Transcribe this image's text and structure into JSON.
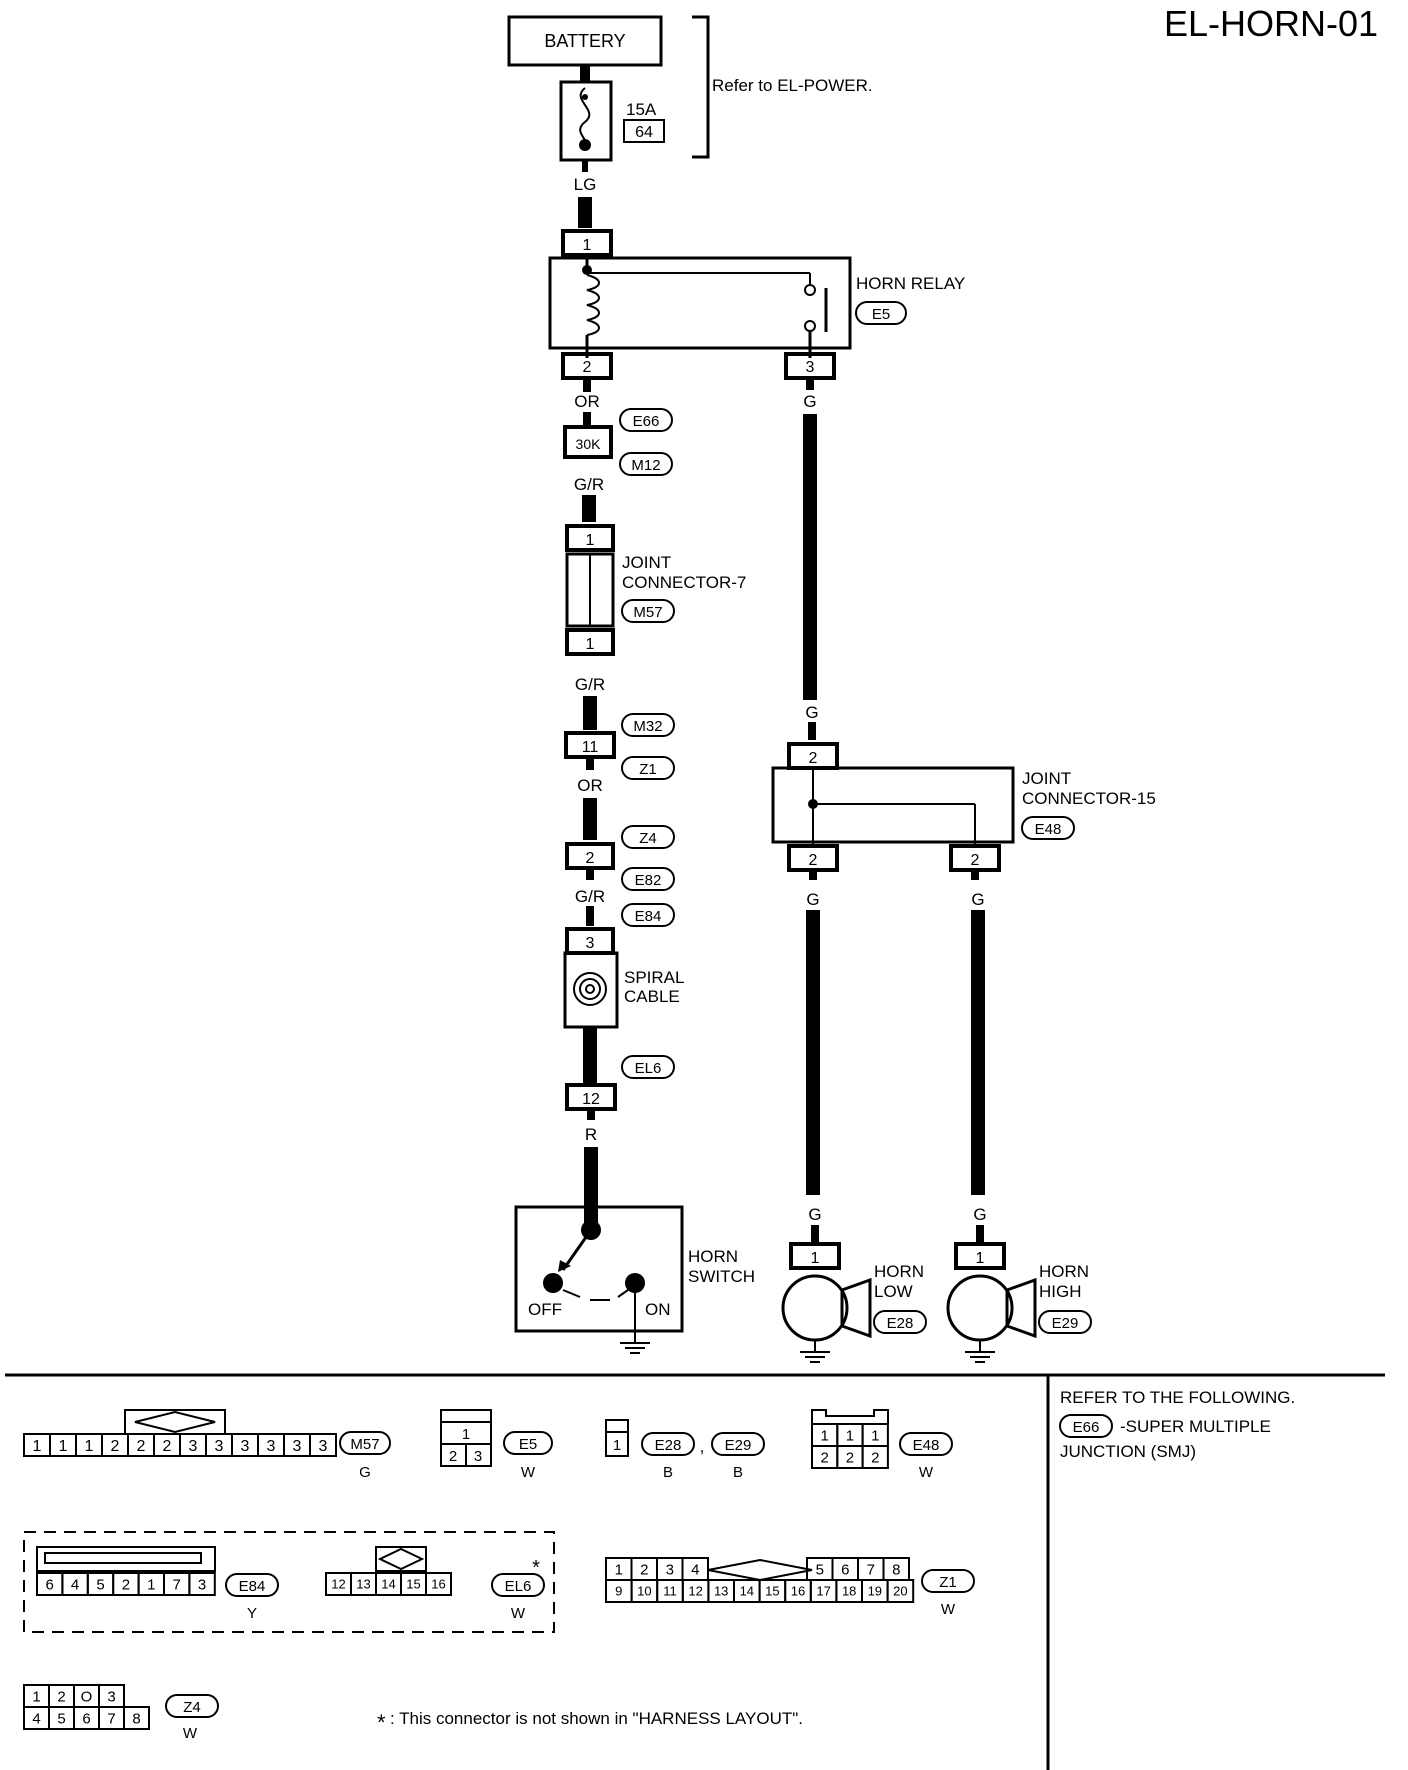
{
  "title": "EL-HORN-01",
  "power": {
    "battery": "BATTERY",
    "refer": "Refer to EL-POWER.",
    "fuse_amp": "15A",
    "fuse_no": "64"
  },
  "wires": {
    "lg": "LG",
    "or": "OR",
    "gr": "G/R",
    "g": "G",
    "r": "R"
  },
  "horn_relay": {
    "label": "HORN RELAY",
    "conn": "E5",
    "pin1": "1",
    "pin2": "2",
    "pin3": "3"
  },
  "smj": {
    "top": "E66",
    "box": "30K",
    "bottom": "M12"
  },
  "joint7": {
    "line1": "JOINT",
    "line2": "CONNECTOR-7",
    "conn": "M57",
    "pin_top": "1",
    "pin_bottom": "1"
  },
  "m32": {
    "top": "M32",
    "pin": "11",
    "bottom": "Z1"
  },
  "z4": {
    "top": "Z4",
    "pin": "2",
    "bottom": "E82"
  },
  "spiral": {
    "conn": "E84",
    "pin": "3",
    "line1": "SPIRAL",
    "line2": "CABLE"
  },
  "el6": {
    "conn": "EL6",
    "pin": "12"
  },
  "horn_switch": {
    "line1": "HORN",
    "line2": "SWITCH",
    "off": "OFF",
    "on": "ON"
  },
  "joint15": {
    "line1": "JOINT",
    "line2": "CONNECTOR-15",
    "conn": "E48",
    "pin_top": "2",
    "pin_left": "2",
    "pin_right": "2"
  },
  "horn_low": {
    "line1": "HORN",
    "line2": "LOW",
    "conn": "E28",
    "pin": "1"
  },
  "horn_high": {
    "line1": "HORN",
    "line2": "HIGH",
    "conn": "E29",
    "pin": "1"
  },
  "refer_box": {
    "line1": "REFER TO THE FOLLOWING.",
    "conn": "E66",
    "line2": "-SUPER MULTIPLE",
    "line3": "JUNCTION (SMJ)"
  },
  "connectors": {
    "m57": {
      "pins": [
        "1",
        "1",
        "1",
        "2",
        "2",
        "2",
        "3",
        "3",
        "3",
        "3",
        "3",
        "3"
      ],
      "name": "M57",
      "color": "G"
    },
    "e5": {
      "top": "1",
      "bottom": [
        "2",
        "3"
      ],
      "name": "E5",
      "color": "W"
    },
    "e28": {
      "pin": "1",
      "name": "E28",
      "color": "B",
      "sep": ","
    },
    "e29": {
      "name": "E29",
      "color": "B"
    },
    "e48": {
      "top": [
        "1",
        "1",
        "1"
      ],
      "bottom": [
        "2",
        "2",
        "2"
      ],
      "name": "E48",
      "color": "W"
    },
    "e84": {
      "pins": [
        "6",
        "4",
        "5",
        "2",
        "1",
        "7",
        "3"
      ],
      "name": "E84",
      "color": "Y"
    },
    "el6": {
      "pins": [
        "12",
        "13",
        "14",
        "15",
        "16"
      ],
      "name": "EL6",
      "color": "W",
      "star": "*"
    },
    "z1": {
      "top_left": [
        "1",
        "2",
        "3",
        "4"
      ],
      "top_right": [
        "5",
        "6",
        "7",
        "8"
      ],
      "bottom": [
        "9",
        "10",
        "11",
        "12",
        "13",
        "14",
        "15",
        "16",
        "17",
        "18",
        "19",
        "20"
      ],
      "name": "Z1",
      "color": "W"
    },
    "z4": {
      "top": [
        "1",
        "2",
        "O",
        "3"
      ],
      "bottom": [
        "4",
        "5",
        "6",
        "7",
        "8"
      ],
      "name": "Z4",
      "color": "W"
    }
  },
  "footnote": {
    "star": "*",
    "text": ": This connector is not shown in \"HARNESS LAYOUT\"."
  }
}
